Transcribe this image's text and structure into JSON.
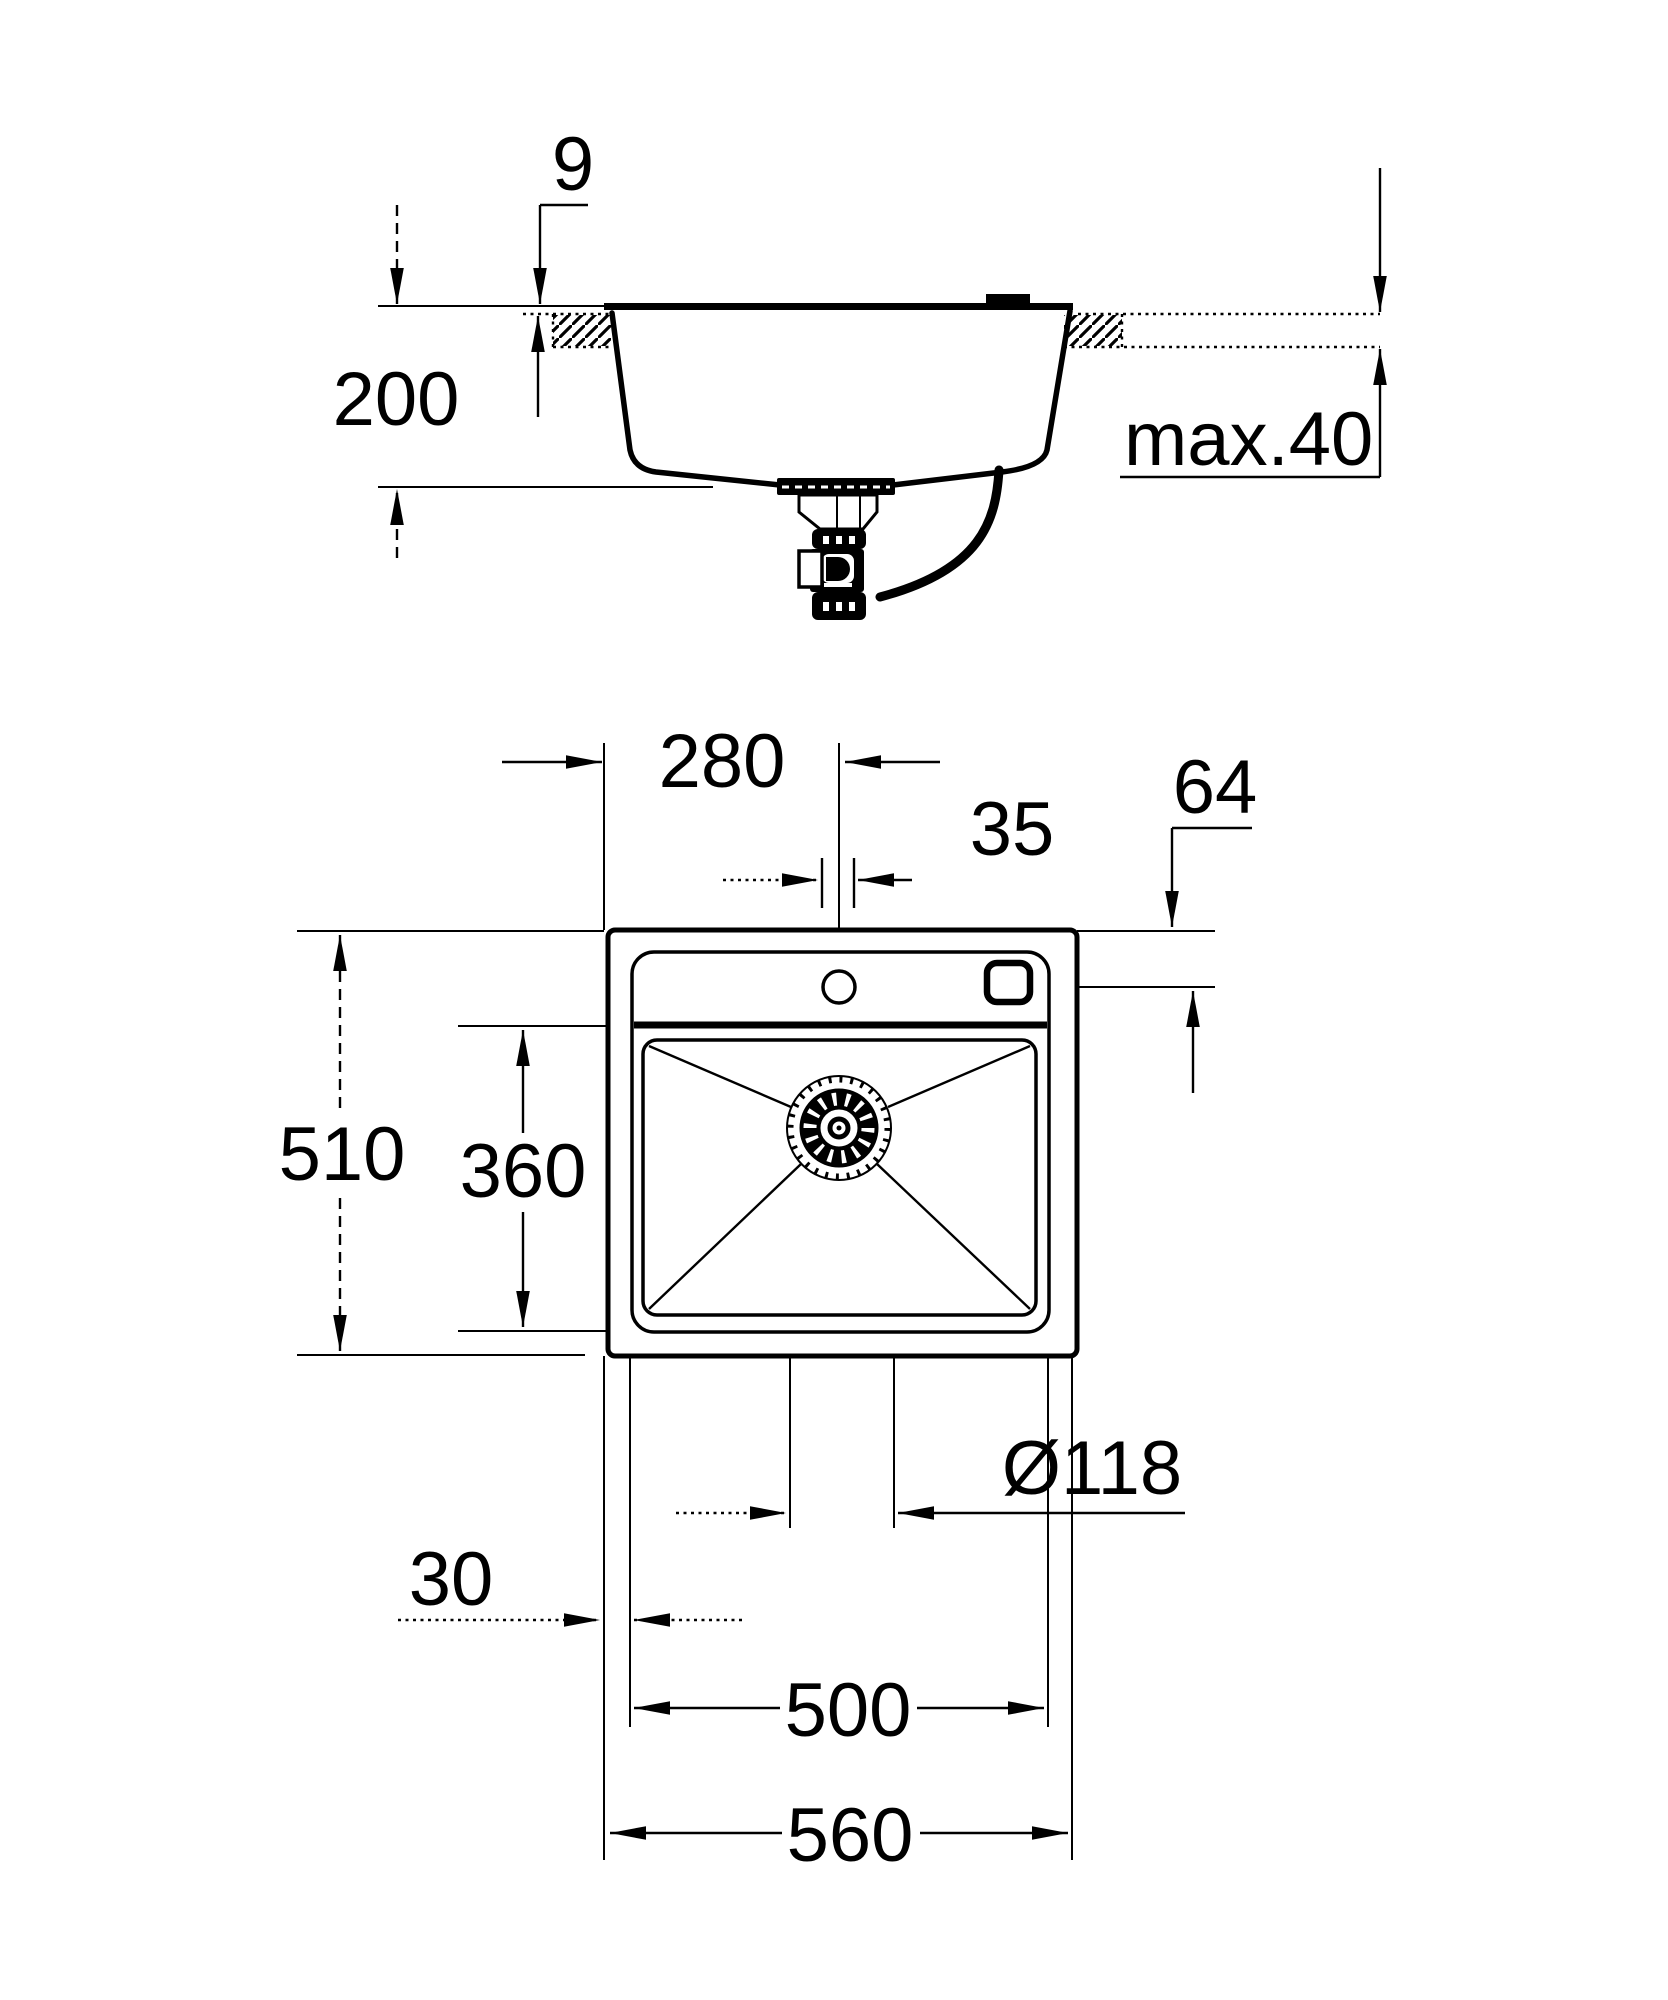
{
  "drawing": {
    "kind": "sink installation dimension diagram",
    "colors": {
      "line": "#000000",
      "background": "#ffffff"
    },
    "side_view": {
      "labels": {
        "rim_above_counter": "9",
        "bowl_depth": "200",
        "counter_thickness_max": "max.40"
      }
    },
    "plan_view": {
      "labels": {
        "faucet_center_from_left": "280",
        "faucet_hole_diameter": "35",
        "control_offset": "64",
        "overall_depth": "510",
        "bowl_inner_depth": "360",
        "drain_diameter": "Ø118",
        "rim_inset": "30",
        "inner_width": "500",
        "overall_width": "560"
      }
    }
  }
}
